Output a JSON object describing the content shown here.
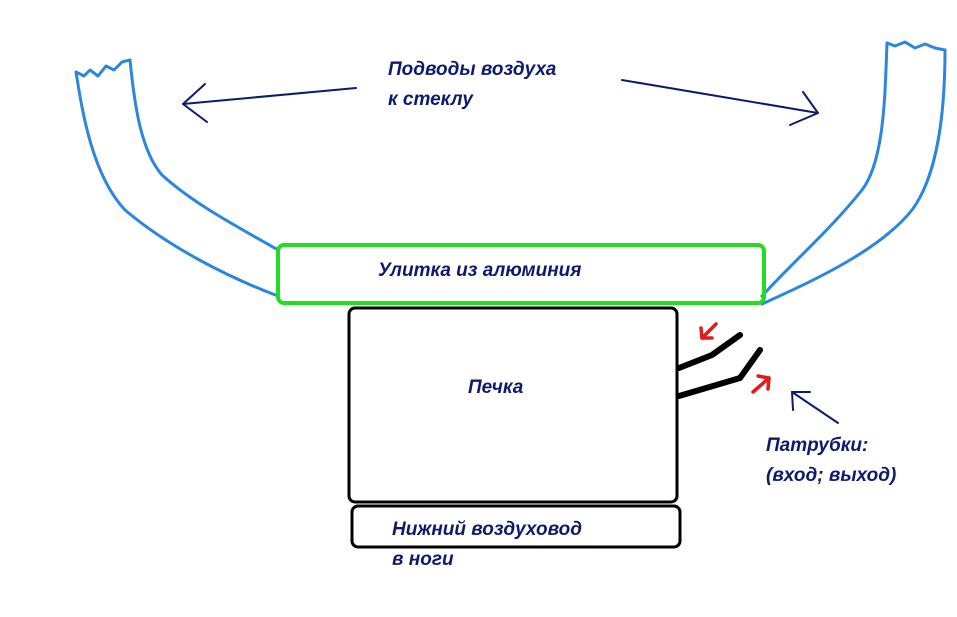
{
  "labels": {
    "air_ducts_line1": "Подводы воздуха",
    "air_ducts_line2": "к стеклу",
    "snail": "Улитка из алюминия",
    "heater": "Печка",
    "pipes_line1": "Патрубки:",
    "pipes_line2": "(вход; выход)",
    "lower_duct_line1": "Нижний воздуховод",
    "lower_duct_line2": "в ноги"
  },
  "colors": {
    "background": "#ffffff",
    "duct_outline": "#2b86e0",
    "snail_outline": "#22dd22",
    "heater_outline": "#000000",
    "pipe": "#000000",
    "label_arrow": "#0d1b6e",
    "flow_arrow": "#e31b1b",
    "text": "#0d1b6e"
  }
}
